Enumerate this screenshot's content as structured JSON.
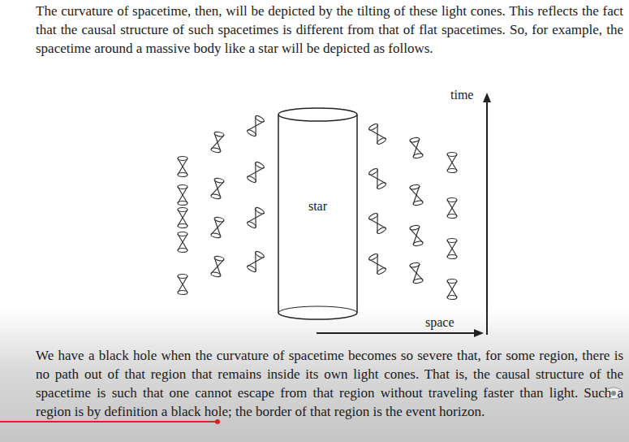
{
  "diagram": {
    "nodes": [
      {
        "text": [
          "star"
        ]
      }
    ],
    "labels": [
      "The curvature of spacetime, then, will be depicted by the tilting of these light cones. This reflects the fact that the causal structure of such spacetimes is different from that of flat spacetimes. So, for example, the spacetime around a massive body like a star will be depicted as follows.",
      "time",
      "space",
      "We have a black hole when the curvature of spacetime becomes so severe that, for some region, there is no path out of that region that remains inside its own light cones. That is, the causal structure of the spacetime is such that one cannot escape from that region without traveling faster than light. Such a region is by definition a black hole; the border of that region is the event horizon."
    ]
  }
}
